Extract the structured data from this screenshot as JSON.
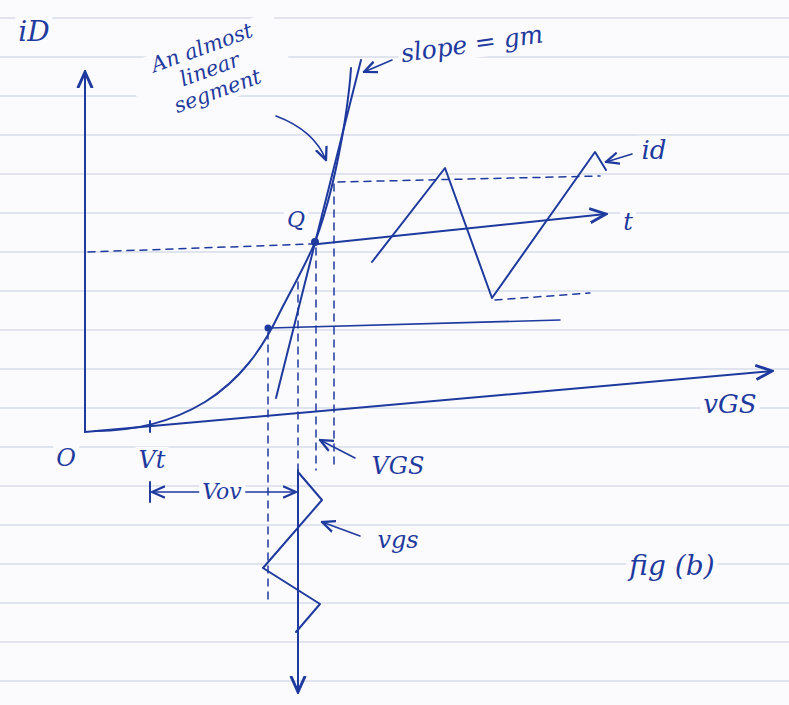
{
  "diagram": {
    "caption": "fig (b)",
    "labels": [
      "iD",
      "An almost linear segment",
      "slope = gm",
      "id",
      "Q",
      "t",
      "vGS",
      "O",
      "Vt",
      "Vov",
      "VGS",
      "vgs"
    ]
  }
}
